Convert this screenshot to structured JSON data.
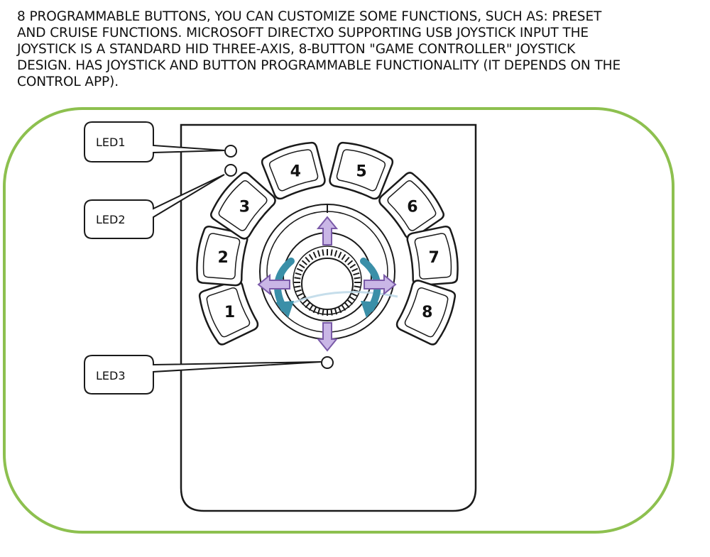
{
  "description": {
    "lines": [
      "8 PROGRAMMABLE BUTTONS, YOU CAN CUSTOMIZE SOME FUNCTIONS, SUCH AS: PRESET",
      "AND CRUISE FUNCTIONS. MICROSOFT DIRECTXO SUPPORTING USB JOYSTICK INPUT THE",
      "JOYSTICK IS A STANDARD HID THREE-AXIS, 8-BUTTON \"GAME CONTROLLER\" JOYSTICK",
      "DESIGN. HAS JOYSTICK AND BUTTON PROGRAMMABLE FUNCTIONALITY (IT DEPENDS ON THE",
      "CONTROL APP)."
    ]
  },
  "callouts": {
    "led1": "LED1",
    "led2": "LED2",
    "led3": "LED3"
  },
  "buttons": [
    "1",
    "2",
    "3",
    "4",
    "5",
    "6",
    "7",
    "8"
  ],
  "colors": {
    "frame_border": "#8dc04f",
    "arrow_fill": "#c9b6e6",
    "arrow_stroke": "#7a5aa8",
    "rotate_arrow": "#3a8fa8",
    "outline": "#1a1a1a"
  },
  "icons": [
    "arrow-up-icon",
    "arrow-down-icon",
    "arrow-left-icon",
    "arrow-right-icon",
    "rotate-left-icon",
    "rotate-right-icon"
  ]
}
